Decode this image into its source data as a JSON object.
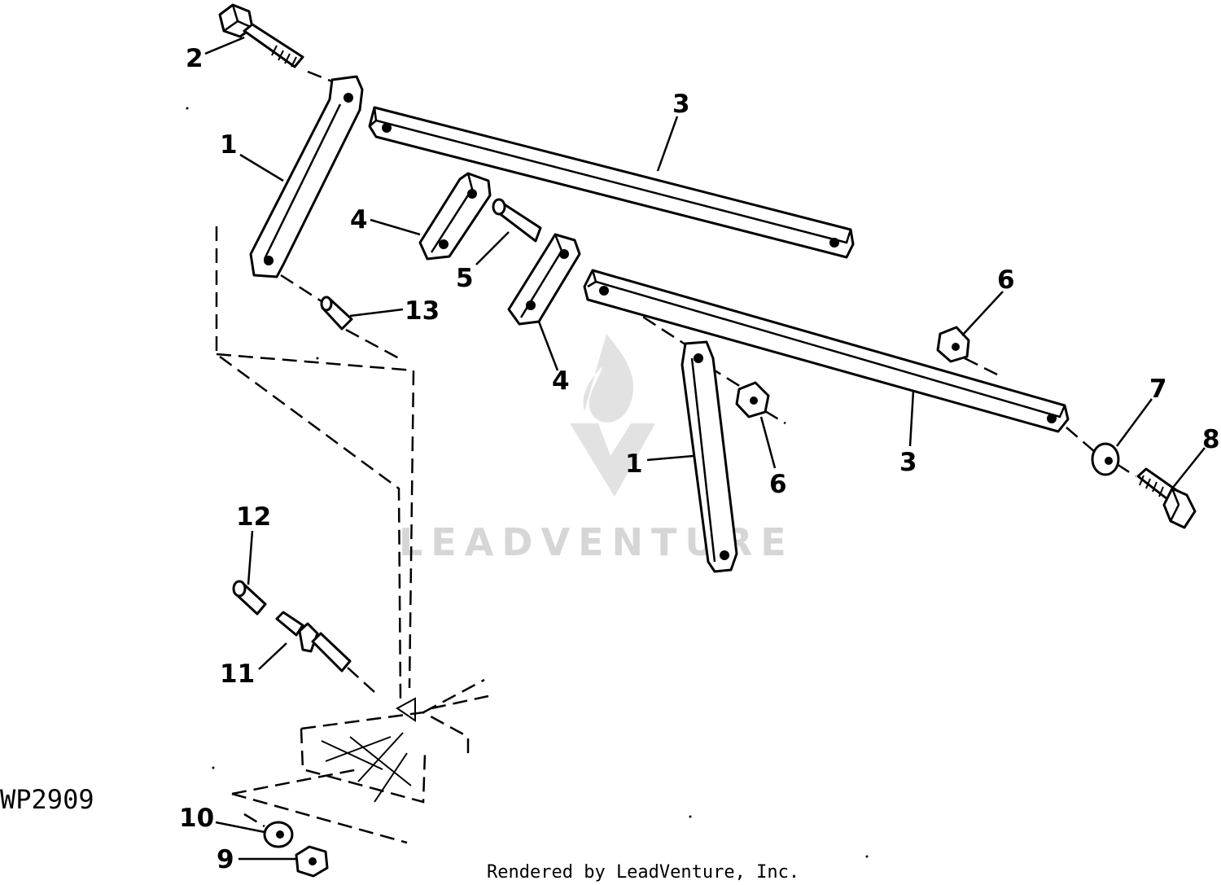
{
  "figure_code": "WP2909",
  "credit": "Rendered by LeadVenture, Inc.",
  "watermark": "LEADVENTURE",
  "callouts": [
    {
      "id": "c1a",
      "text": "1"
    },
    {
      "id": "c1b",
      "text": "1"
    },
    {
      "id": "c2",
      "text": "2"
    },
    {
      "id": "c3a",
      "text": "3"
    },
    {
      "id": "c3b",
      "text": "3"
    },
    {
      "id": "c4a",
      "text": "4"
    },
    {
      "id": "c4b",
      "text": "4"
    },
    {
      "id": "c5",
      "text": "5"
    },
    {
      "id": "c6a",
      "text": "6"
    },
    {
      "id": "c6b",
      "text": "6"
    },
    {
      "id": "c7",
      "text": "7"
    },
    {
      "id": "c8",
      "text": "8"
    },
    {
      "id": "c9",
      "text": "9"
    },
    {
      "id": "c10",
      "text": "10"
    },
    {
      "id": "c11",
      "text": "11"
    },
    {
      "id": "c12",
      "text": "12"
    },
    {
      "id": "c13",
      "text": "13"
    }
  ]
}
